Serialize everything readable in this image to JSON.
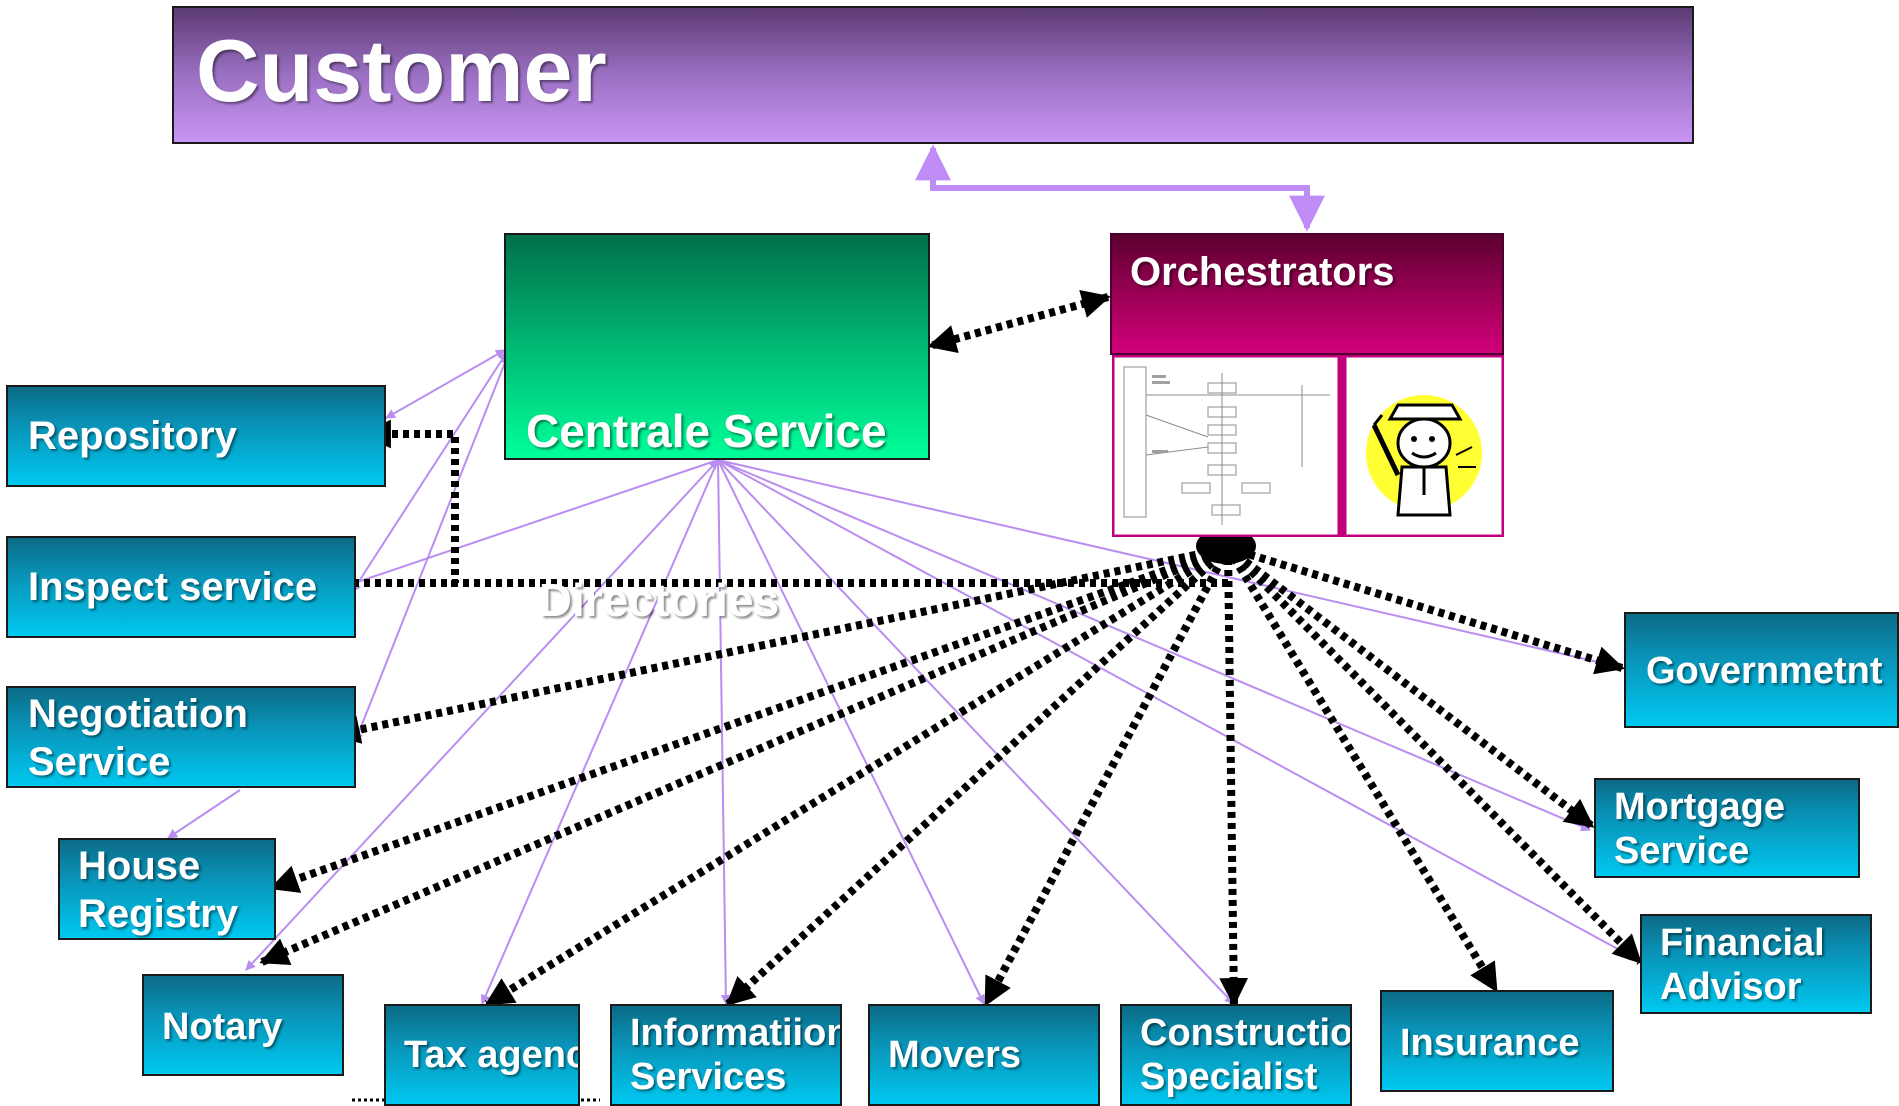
{
  "customer": {
    "label": "Customer"
  },
  "central": {
    "line1": "Centrale Service",
    "line2": " Directories"
  },
  "orchestrators": {
    "label": "Orchestrators"
  },
  "services": {
    "repository": {
      "line1": "Repository"
    },
    "inspect": {
      "line1": "Inspect service"
    },
    "negotiation": {
      "line1": "Negotiation",
      "line2": "Service"
    },
    "house_registry": {
      "line1": "House",
      "line2": "Registry"
    },
    "notary": {
      "line1": "Notary"
    },
    "tax": {
      "line1": "Tax agenc"
    },
    "information": {
      "line1": "Informatiion",
      "line2": "Services"
    },
    "movers": {
      "line1": "Movers"
    },
    "construction": {
      "line1": "Constructio",
      "line2": "Specialist"
    },
    "insurance": {
      "line1": "Insurance"
    },
    "government": {
      "line1": "Governmetnt"
    },
    "mortgage": {
      "line1": "Mortgage",
      "line2": "Service"
    },
    "financial": {
      "line1": "Financial",
      "line2": "Advisor"
    }
  },
  "colors": {
    "customer_box": "#b388e6",
    "central_box": "#00d080",
    "orchestrators_box": "#b0005f",
    "service_box": "#00b4e0",
    "directory_link": "#c28cf5",
    "orchestration_link": "#000000"
  }
}
